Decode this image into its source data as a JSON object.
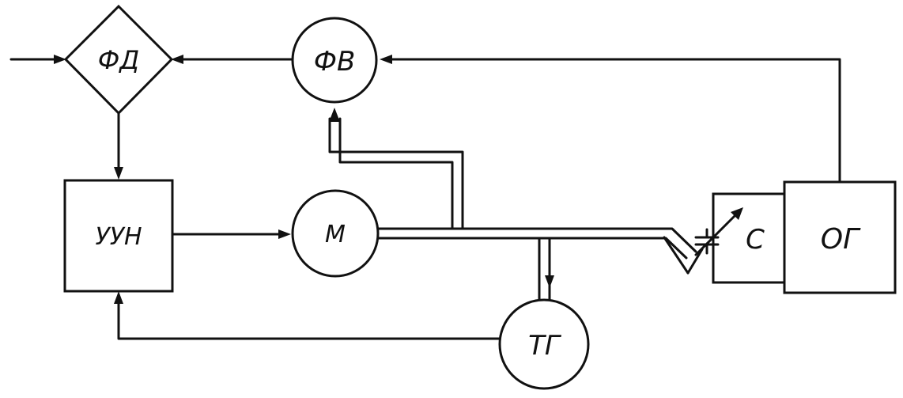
{
  "blocks": {
    "phase_detector": "ФД",
    "phase_shifter": "ФВ",
    "control_unit": "УУН",
    "motor": "М",
    "tachogenerator": "ТГ",
    "capacitor": "С",
    "generator": "ОГ"
  },
  "colors": {
    "ink": "#111111",
    "background": "#ffffff"
  }
}
